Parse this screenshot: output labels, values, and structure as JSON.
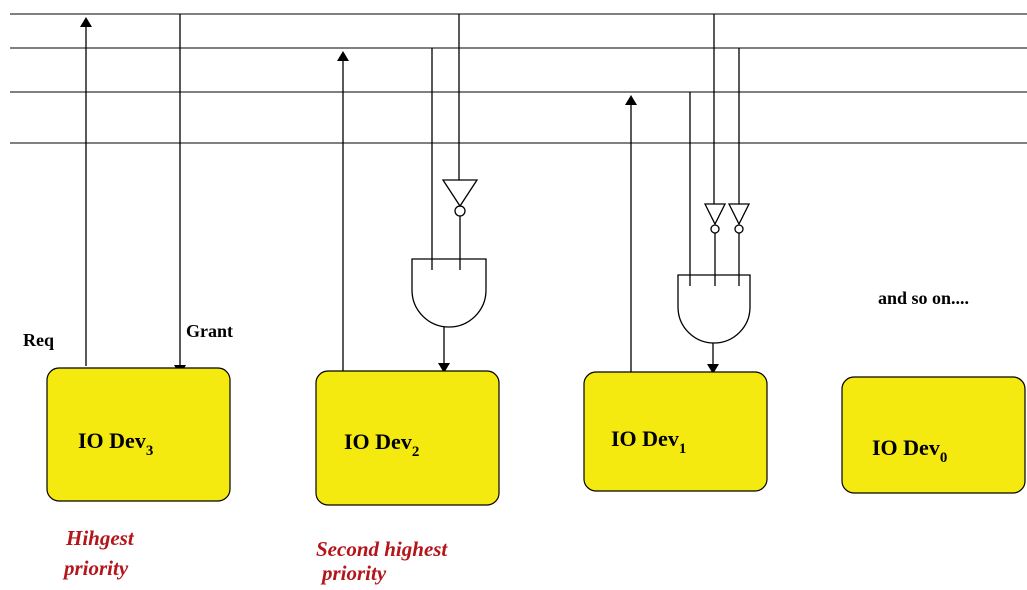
{
  "colors": {
    "device_fill": "#f5ea10",
    "priority_text": "#b3151b",
    "line": "#000000",
    "background": "#ffffff"
  },
  "devices": [
    {
      "label": "IO Dev",
      "subscript": "3"
    },
    {
      "label": "IO Dev",
      "subscript": "2"
    },
    {
      "label": "IO Dev",
      "subscript": "1"
    },
    {
      "label": "IO Dev",
      "subscript": "0"
    }
  ],
  "signals": {
    "request": "Req",
    "grant": "Grant"
  },
  "continuation_note": "and so on....",
  "priority_notes": [
    {
      "line1": "Hihgest",
      "line2": "priority"
    },
    {
      "line1": "Second highest",
      "line2": "priority"
    }
  ]
}
